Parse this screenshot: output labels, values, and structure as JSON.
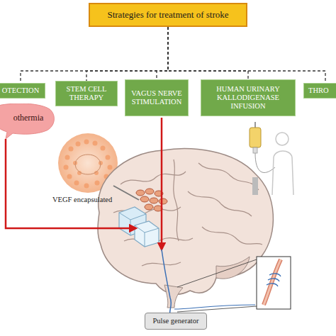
{
  "diagram": {
    "nodes": [
      {
        "text": [
          "Strategies for treatment of stroke"
        ]
      },
      {
        "text": [
          "OTECTION"
        ]
      },
      {
        "text": [
          "STEM CELL THERAPY"
        ]
      },
      {
        "text": [
          "VAGUS NERVE STIMULATION"
        ]
      },
      {
        "text": [
          "HUMAN URINARY KALLODIGENASE INFUSION"
        ]
      },
      {
        "text": [
          "THRO"
        ]
      },
      {
        "text": [
          "othermia"
        ]
      },
      {
        "text": [
          "Pulse generator"
        ]
      }
    ],
    "edges": [
      {
        "from": 0,
        "to": 1,
        "arrow": "none"
      },
      {
        "from": 0,
        "to": 2,
        "arrow": "none"
      },
      {
        "from": 0,
        "to": 3,
        "arrow": "none"
      },
      {
        "from": 0,
        "to": 4,
        "arrow": "none"
      },
      {
        "from": 0,
        "to": 5,
        "arrow": "none"
      }
    ],
    "labels": [
      "VEGF encapsulated"
    ]
  }
}
